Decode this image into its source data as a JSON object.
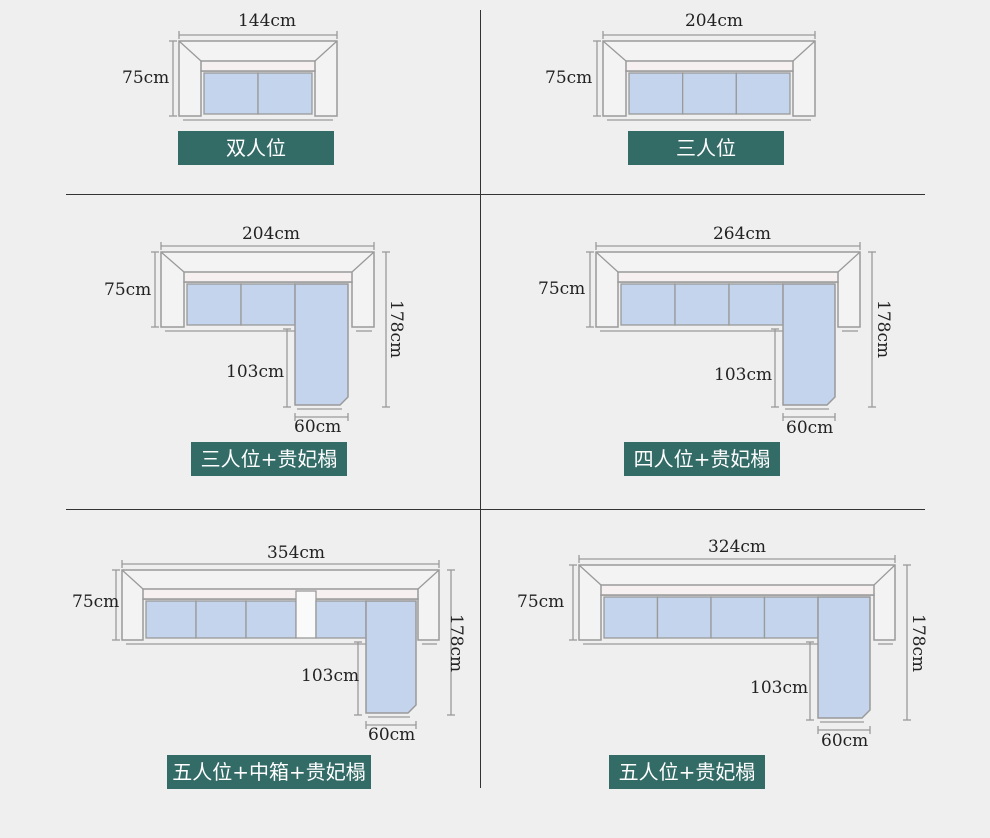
{
  "colors": {
    "background": "#efefef",
    "badge": "#336b67",
    "cushion": "#c4d4ec",
    "outline": "#9a9a9a",
    "grid_line": "#333333"
  },
  "sofas": [
    {
      "name": "双人位",
      "width": "144cm",
      "depth": "75cm"
    },
    {
      "name": "三人位",
      "width": "204cm",
      "depth": "75cm"
    },
    {
      "name": "三人位+贵妃榻",
      "width": "204cm",
      "depth": "75cm",
      "length": "178cm",
      "chaise_depth": "103cm",
      "chaise_width": "60cm"
    },
    {
      "name": "四人位+贵妃榻",
      "width": "264cm",
      "depth": "75cm",
      "length": "178cm",
      "chaise_depth": "103cm",
      "chaise_width": "60cm"
    },
    {
      "name": "五人位+中箱+贵妃榻",
      "width": "354cm",
      "depth": "75cm",
      "length": "178cm",
      "chaise_depth": "103cm",
      "chaise_width": "60cm"
    },
    {
      "name": "五人位+贵妃榻",
      "width": "324cm",
      "depth": "75cm",
      "length": "178cm",
      "chaise_depth": "103cm",
      "chaise_width": "60cm"
    }
  ]
}
